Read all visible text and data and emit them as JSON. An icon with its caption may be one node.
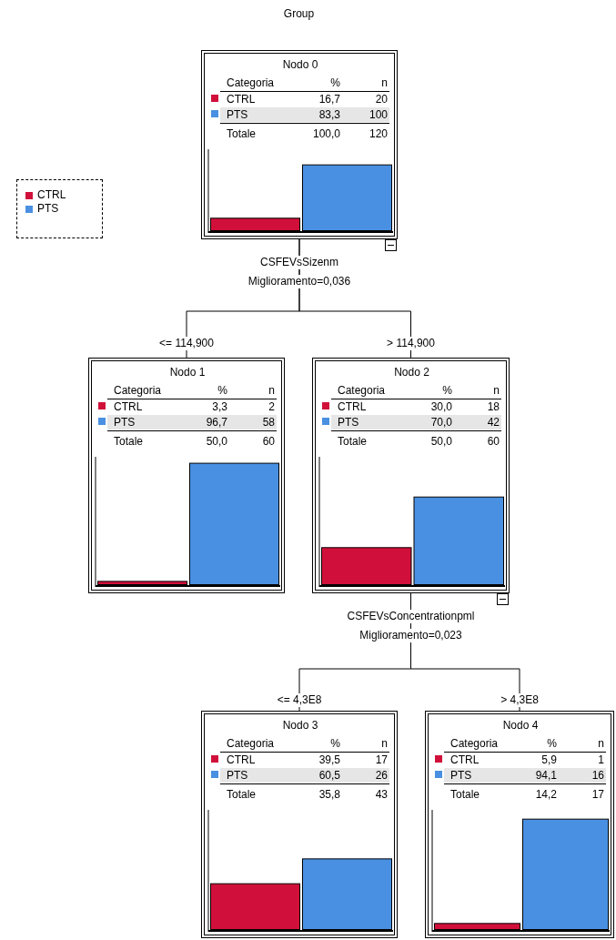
{
  "diagram": {
    "title": "Group",
    "nodes": [
      {
        "text": [
          "Nodo 0",
          "Categoria",
          "%",
          "n",
          "CTRL",
          "16,7",
          "20",
          "PTS",
          "83,3",
          "100",
          "Totale",
          "100,0",
          "120"
        ],
        "beside": [
          "CSFEVsSizenm",
          "Miglioramento=0,036"
        ]
      },
      {
        "text": [
          "Nodo 1",
          "Categoria",
          "%",
          "n",
          "CTRL",
          "3,3",
          "2",
          "PTS",
          "96,7",
          "58",
          "Totale",
          "50,0",
          "60"
        ]
      },
      {
        "text": [
          "Nodo 2",
          "Categoria",
          "%",
          "n",
          "CTRL",
          "30,0",
          "18",
          "PTS",
          "70,0",
          "42",
          "Totale",
          "50,0",
          "60"
        ],
        "beside": [
          "CSFEVsConcentrationpml",
          "Miglioramento=0,023"
        ]
      },
      {
        "text": [
          "Nodo 3",
          "Categoria",
          "%",
          "n",
          "CTRL",
          "39,5",
          "17",
          "PTS",
          "60,5",
          "26",
          "Totale",
          "35,8",
          "43"
        ]
      },
      {
        "text": [
          "Nodo 4",
          "Categoria",
          "%",
          "n",
          "CTRL",
          "5,9",
          "1",
          "PTS",
          "94,1",
          "16",
          "Totale",
          "14,2",
          "17"
        ]
      }
    ],
    "edges": [
      {
        "from": 0,
        "to": 1,
        "arrow": "none",
        "label": "<= 114,900"
      },
      {
        "from": 0,
        "to": 2,
        "arrow": "none",
        "label": "> 114,900"
      },
      {
        "from": 2,
        "to": 3,
        "arrow": "none",
        "label": "<= 4,3E8"
      },
      {
        "from": 2,
        "to": 4,
        "arrow": "none",
        "label": "> 4,3E8"
      }
    ],
    "legend": [
      {
        "text": "CTRL",
        "color": "#d0103a"
      },
      {
        "text": "PTS",
        "color": "#4a90e2"
      }
    ]
  }
}
